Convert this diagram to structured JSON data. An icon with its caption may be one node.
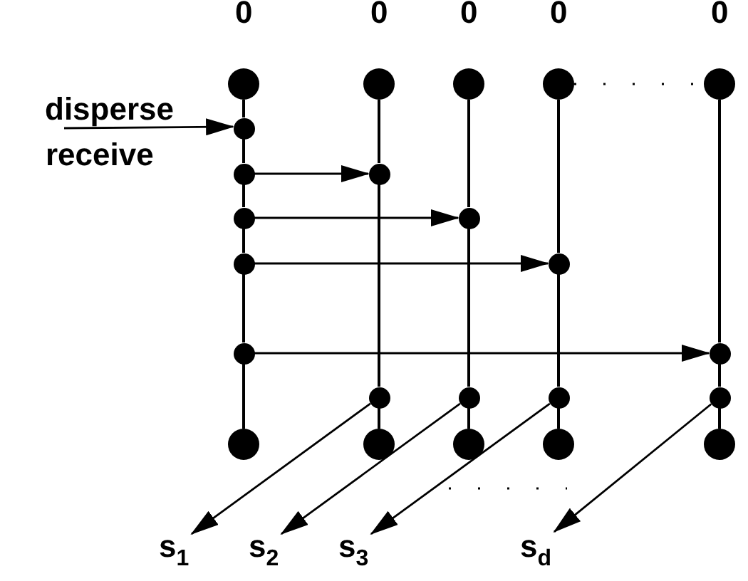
{
  "diagram": {
    "nodes": [
      {
        "text": [],
        "shape": "circle",
        "beside": [
          "0"
        ]
      },
      {
        "text": [],
        "shape": "circle",
        "beside": [
          "0"
        ]
      },
      {
        "text": [],
        "shape": "circle",
        "beside": [
          "0"
        ]
      },
      {
        "text": [],
        "shape": "circle",
        "beside": [
          "0"
        ]
      },
      {
        "text": [],
        "shape": "circle",
        "beside": [
          "0"
        ]
      },
      {
        "text": [],
        "shape": "circle"
      },
      {
        "text": [],
        "shape": "circle"
      },
      {
        "text": [],
        "shape": "circle"
      },
      {
        "text": [],
        "shape": "circle"
      },
      {
        "text": [],
        "shape": "circle"
      },
      {
        "text": [],
        "shape": "circle"
      },
      {
        "text": [],
        "shape": "circle"
      },
      {
        "text": [],
        "shape": "circle"
      },
      {
        "text": [],
        "shape": "circle"
      },
      {
        "text": [],
        "shape": "circle"
      },
      {
        "text": [],
        "shape": "circle"
      },
      {
        "text": [],
        "shape": "circle"
      },
      {
        "text": [],
        "shape": "circle"
      },
      {
        "text": [],
        "shape": "circle"
      },
      {
        "text": [],
        "shape": "circle"
      },
      {
        "text": [],
        "shape": "circle"
      },
      {
        "text": [],
        "shape": "circle"
      },
      {
        "text": [],
        "shape": "circle"
      },
      {
        "text": [
          "s$_{1}$"
        ]
      },
      {
        "text": [
          "s$_{2}$"
        ]
      },
      {
        "text": [
          "s$_{3}$"
        ]
      },
      {
        "text": [
          "s$_{d}$"
        ]
      },
      {
        "text": [
          "disperse"
        ]
      }
    ],
    "edges": [
      {
        "from": 27,
        "to": 5,
        "arrow": "to"
      },
      {
        "from": 6,
        "to": 10,
        "arrow": "to"
      },
      {
        "from": 7,
        "to": 12,
        "arrow": "to"
      },
      {
        "from": 8,
        "to": 14,
        "arrow": "to"
      },
      {
        "from": 9,
        "to": 16,
        "arrow": "to"
      },
      {
        "from": 11,
        "to": 23,
        "arrow": "to"
      },
      {
        "from": 13,
        "to": 24,
        "arrow": "to"
      },
      {
        "from": 15,
        "to": 25,
        "arrow": "to"
      },
      {
        "from": 17,
        "to": 26,
        "arrow": "to"
      },
      {
        "from": 0,
        "to": 5,
        "arrow": "none"
      },
      {
        "from": 5,
        "to": 6,
        "arrow": "none"
      },
      {
        "from": 6,
        "to": 7,
        "arrow": "none"
      },
      {
        "from": 7,
        "to": 8,
        "arrow": "none"
      },
      {
        "from": 8,
        "to": 9,
        "arrow": "none"
      },
      {
        "from": 9,
        "to": 18,
        "arrow": "none"
      },
      {
        "from": 1,
        "to": 10,
        "arrow": "none"
      },
      {
        "from": 10,
        "to": 11,
        "arrow": "none"
      },
      {
        "from": 11,
        "to": 19,
        "arrow": "none"
      },
      {
        "from": 2,
        "to": 12,
        "arrow": "none"
      },
      {
        "from": 12,
        "to": 13,
        "arrow": "none"
      },
      {
        "from": 13,
        "to": 20,
        "arrow": "none"
      },
      {
        "from": 3,
        "to": 14,
        "arrow": "none"
      },
      {
        "from": 14,
        "to": 15,
        "arrow": "none"
      },
      {
        "from": 15,
        "to": 21,
        "arrow": "none"
      },
      {
        "from": 4,
        "to": 16,
        "arrow": "none"
      },
      {
        "from": 16,
        "to": 17,
        "arrow": "none"
      },
      {
        "from": 17,
        "to": 22,
        "arrow": "none"
      },
      {
        "from": 3,
        "to": 4,
        "arrow": "none",
        "style": "dashed"
      }
    ],
    "labels": [
      "receive"
    ]
  }
}
